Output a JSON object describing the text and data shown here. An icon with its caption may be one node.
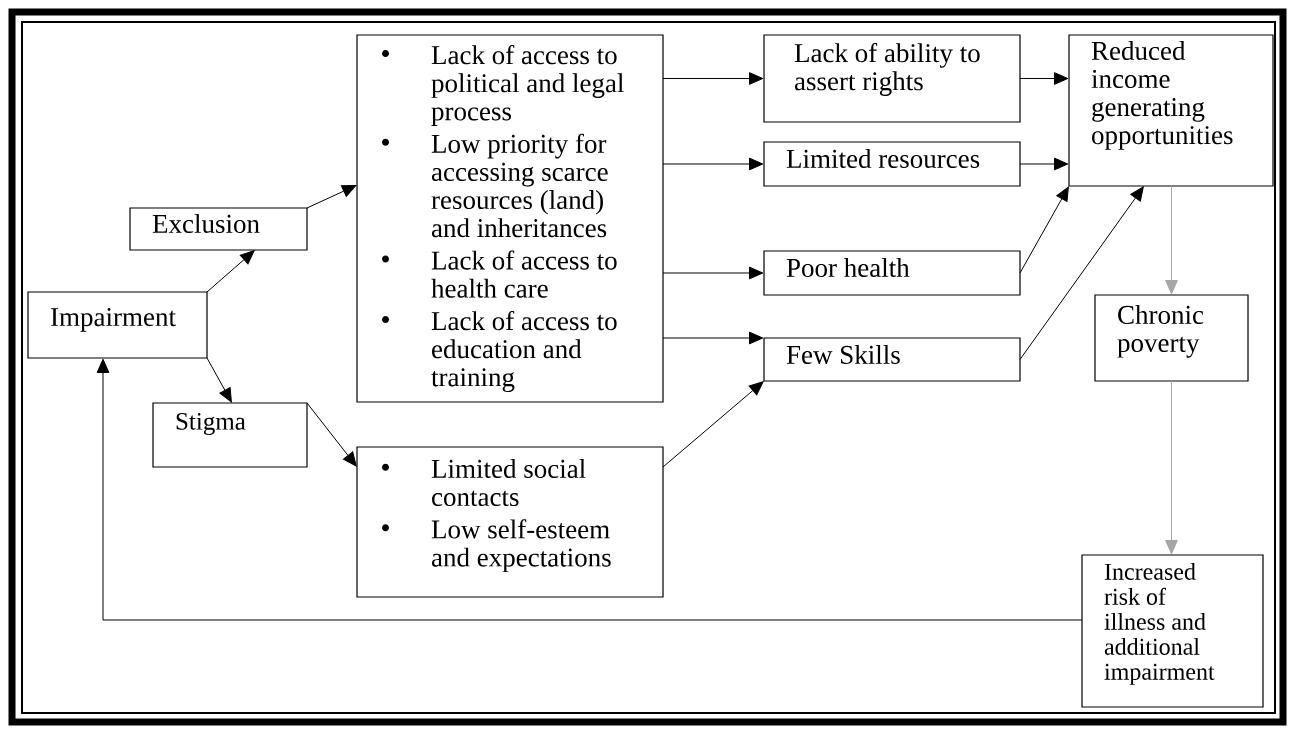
{
  "diagram": {
    "nodes": [
      {
        "text": [
          "Impairment"
        ]
      },
      {
        "text": [
          "Exclusion"
        ]
      },
      {
        "text": [
          "Stigma"
        ]
      },
      {
        "text": [
          "Lack of access to political and legal process",
          "Low priority for accessing scarce resources (land) and inheritances",
          "Lack of access to health care",
          "Lack of access to education and training"
        ]
      },
      {
        "text": [
          "Limited social contacts",
          "Low self-esteem and expectations"
        ]
      },
      {
        "text": [
          "Lack of ability to assert rights"
        ]
      },
      {
        "text": [
          "Limited resources"
        ]
      },
      {
        "text": [
          "Poor health"
        ]
      },
      {
        "text": [
          "Few Skills"
        ]
      },
      {
        "text": [
          "Reduced income generating opportunities"
        ]
      },
      {
        "text": [
          "Chronic poverty"
        ]
      },
      {
        "text": [
          "Increased risk of illness and additional impairment"
        ]
      }
    ],
    "edges": [
      {
        "from": 0,
        "to": 1,
        "arrow": "to"
      },
      {
        "from": 0,
        "to": 2,
        "arrow": "to"
      },
      {
        "from": 1,
        "to": 3,
        "arrow": "to"
      },
      {
        "from": 2,
        "to": 4,
        "arrow": "to"
      },
      {
        "from": 3,
        "to": 5,
        "arrow": "to"
      },
      {
        "from": 3,
        "to": 6,
        "arrow": "to"
      },
      {
        "from": 3,
        "to": 7,
        "arrow": "to"
      },
      {
        "from": 3,
        "to": 8,
        "arrow": "to"
      },
      {
        "from": 4,
        "to": 8,
        "arrow": "to"
      },
      {
        "from": 5,
        "to": 9,
        "arrow": "to"
      },
      {
        "from": 6,
        "to": 9,
        "arrow": "to"
      },
      {
        "from": 7,
        "to": 9,
        "arrow": "to"
      },
      {
        "from": 8,
        "to": 9,
        "arrow": "to"
      },
      {
        "from": 9,
        "to": 10,
        "arrow": "to",
        "color": "#a6a6a6"
      },
      {
        "from": 10,
        "to": 11,
        "arrow": "to",
        "color": "#a6a6a6"
      },
      {
        "from": 11,
        "to": 0,
        "arrow": "to"
      }
    ]
  }
}
